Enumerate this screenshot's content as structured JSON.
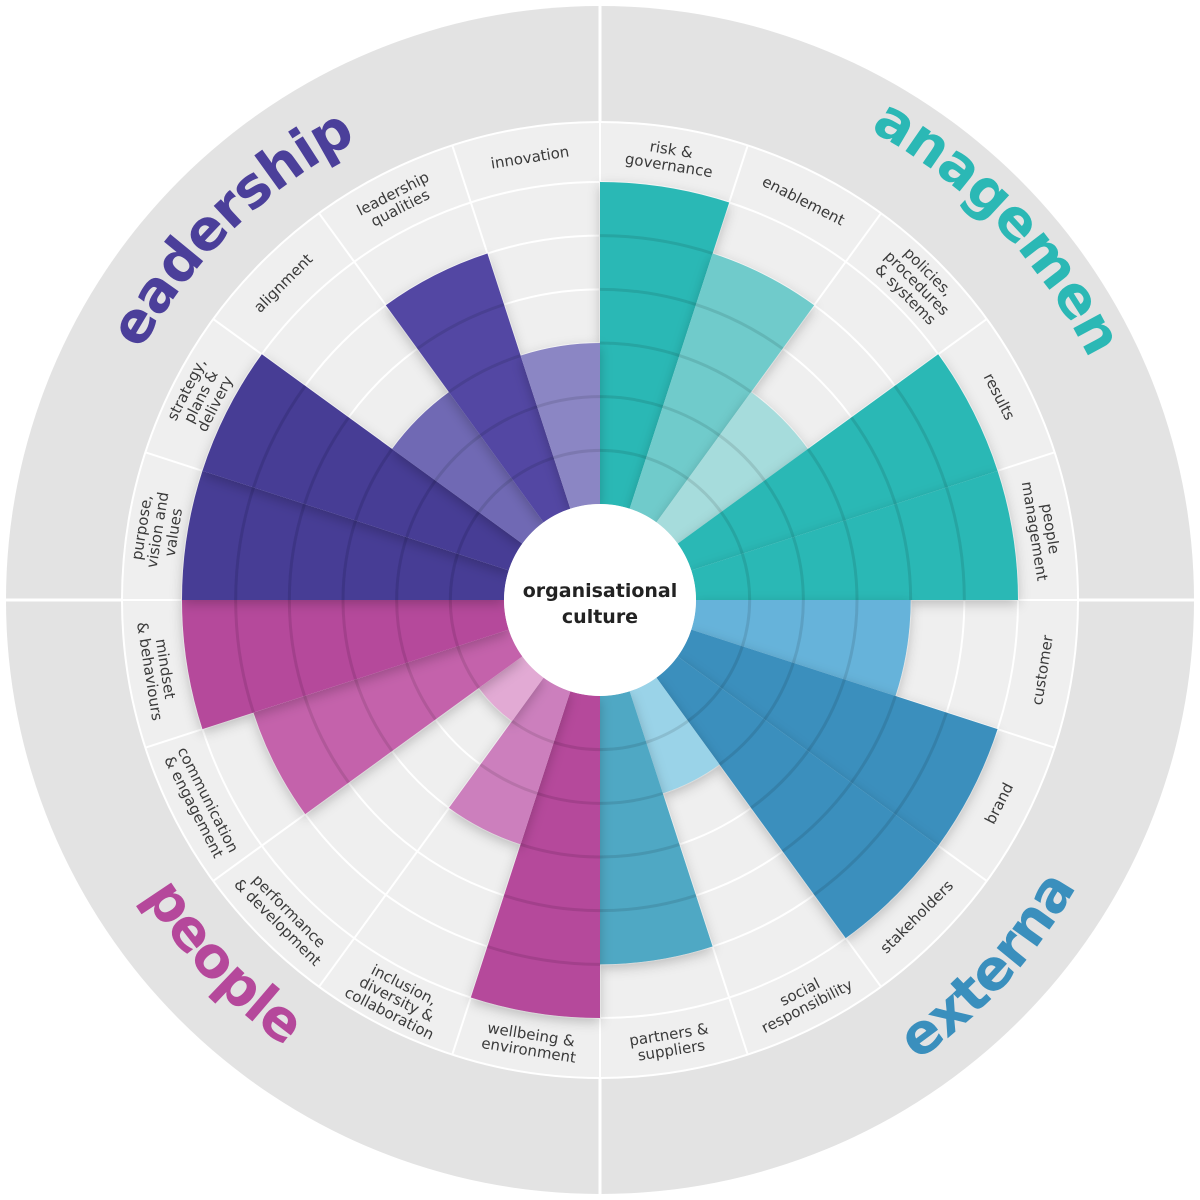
{
  "center": {
    "title_line1": "organisational",
    "title_line2": "culture"
  },
  "style": {
    "outer_ring_color": "#e3e3e3",
    "inner_disc_color": "#efefef",
    "grid_line_color": "#ffffff",
    "center_color": "#ffffff"
  },
  "quadrants": [
    {
      "name": "leadership",
      "color": "#4b3f9a"
    },
    {
      "name": "management",
      "color": "#2bb8b5"
    },
    {
      "name": "external",
      "color": "#3a8fbd"
    },
    {
      "name": "people",
      "color": "#b5489b"
    }
  ],
  "chart_data": {
    "type": "polar-bar",
    "segments": [
      {
        "label": [
          "risk &",
          "governance"
        ],
        "value": 6,
        "color": "#2bb8b5"
      },
      {
        "label": [
          "enablement"
        ],
        "value": 5,
        "color": "#6fcbcb"
      },
      {
        "label": [
          "policies,",
          "procedures",
          "& systems"
        ],
        "value": 3,
        "color": "#a6dcdc"
      },
      {
        "label": [
          "results"
        ],
        "value": 6,
        "color": "#2bb8b5"
      },
      {
        "label": [
          "people",
          "management"
        ],
        "value": 6,
        "color": "#2bb8b5"
      },
      {
        "label": [
          "customer"
        ],
        "value": 4,
        "color": "#66b3da"
      },
      {
        "label": [
          "brand"
        ],
        "value": 6,
        "color": "#3a8fbd"
      },
      {
        "label": [
          "stakeholders"
        ],
        "value": 6,
        "color": "#3a8fbd"
      },
      {
        "label": [
          "social",
          "responsibility"
        ],
        "value": 2,
        "color": "#9ad3e8"
      },
      {
        "label": [
          "partners &",
          "suppliers"
        ],
        "value": 5,
        "color": "#4fa8c4"
      },
      {
        "label": [
          "wellbeing &",
          "environment"
        ],
        "value": 6,
        "color": "#b5489b"
      },
      {
        "label": [
          "inclusion,",
          "diversity &",
          "collaboration"
        ],
        "value": 3,
        "color": "#cc7fbd"
      },
      {
        "label": [
          "performance",
          "& development"
        ],
        "value": 1,
        "color": "#e2aad4"
      },
      {
        "label": [
          "communication",
          "& engagement"
        ],
        "value": 5,
        "color": "#c462ab"
      },
      {
        "label": [
          "mindset",
          "& behaviours"
        ],
        "value": 6,
        "color": "#b5489b"
      },
      {
        "label": [
          "purpose,",
          "vision and",
          "values"
        ],
        "value": 6,
        "color": "#463c95"
      },
      {
        "label": [
          "strategy,",
          "plans &",
          "delivery"
        ],
        "value": 6,
        "color": "#463c95"
      },
      {
        "label": [
          "alignment"
        ],
        "value": 3,
        "color": "#6f69b4"
      },
      {
        "label": [
          "leadership",
          "qualities"
        ],
        "value": 5,
        "color": "#5347a3"
      },
      {
        "label": [
          "innovation"
        ],
        "value": 3,
        "color": "#8b86c4"
      }
    ],
    "max_value": 6
  }
}
